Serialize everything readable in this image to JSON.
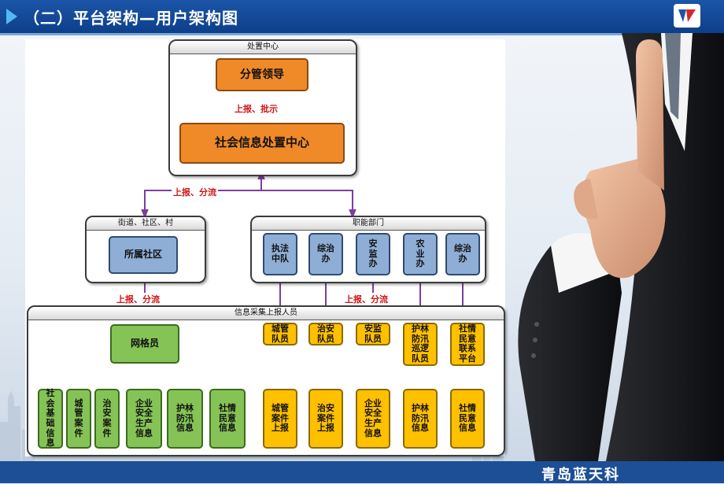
{
  "header": {
    "title": "（二）平台架构—用户架构图"
  },
  "footer": {
    "company": "青岛蓝天科"
  },
  "groups": {
    "center": "处置中心",
    "street": "街道、社区、村",
    "dept": "职能部门",
    "collect": "信息采集上报人员"
  },
  "nodes": {
    "leader": "分管领导",
    "social_center": "社会信息处置中心",
    "community": "所属社区",
    "grid": "网格员",
    "depts": [
      "执法\n中队",
      "综治\n办",
      "安\n监\n办",
      "农\n业\n办",
      "综治\n办"
    ],
    "reporters": [
      "城管\n队员",
      "治安\n队员",
      "安监\n队员",
      "护林\n防汛\n巡逻\n队员",
      "社情\n民意\n联系\n平台"
    ],
    "grid_items": [
      "社\n会\n基\n础\n信\n息",
      "城\n管\n案\n件",
      "治\n安\n案\n件",
      "企业\n安全\n生产\n信息",
      "护林\n防汛\n信息",
      "社情\n民意\n信息"
    ],
    "reporter_items": [
      "城管\n案件\n上报",
      "治安\n案件\n上报",
      "企业\n安全\n生产\n信息",
      "护林\n防汛\n信息",
      "社情\n民意\n信息"
    ]
  },
  "labels": {
    "report_approve": "上报、批示",
    "report_distribute": "上报、分流"
  },
  "colors": {
    "header": "#1b55a8",
    "footer": "#1c4f95",
    "orange": "#f08a28",
    "blue": "#8faed6",
    "green": "#86c356",
    "yellow": "#ffc000",
    "connector_purple": "#7b3fa0",
    "connector_red": "#e02020",
    "label_red": "#d01414"
  }
}
